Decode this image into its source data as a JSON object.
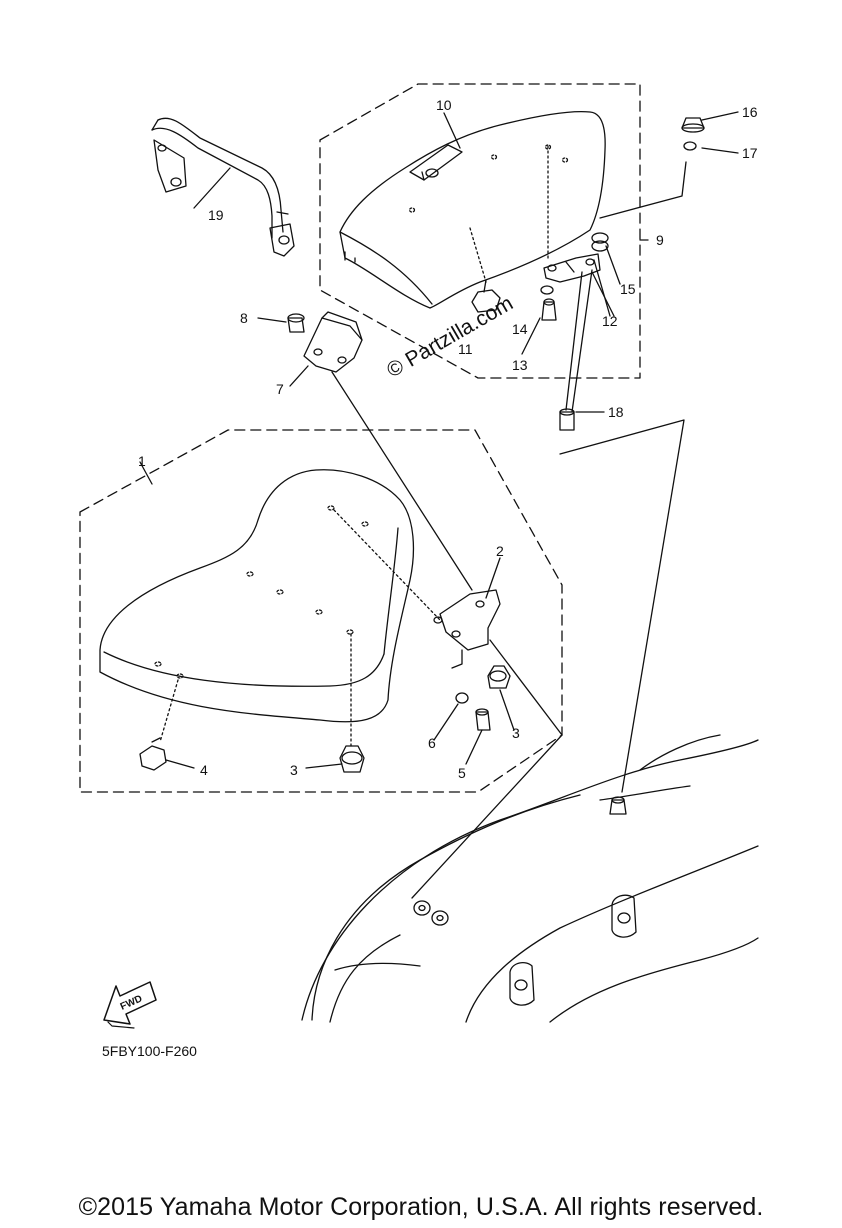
{
  "diagram": {
    "callouts": [
      "1",
      "2",
      "3",
      "3",
      "4",
      "5",
      "6",
      "7",
      "8",
      "9",
      "10",
      "11",
      "12",
      "13",
      "14",
      "15",
      "16",
      "17",
      "18",
      "19"
    ],
    "diagram_code": "5FBY100-F260",
    "fwd_label": "FWD",
    "watermark": "© Partzilla.com"
  },
  "footer": {
    "copyright": "©2015 Yamaha Motor Corporation, U.S.A. All rights reserved."
  }
}
